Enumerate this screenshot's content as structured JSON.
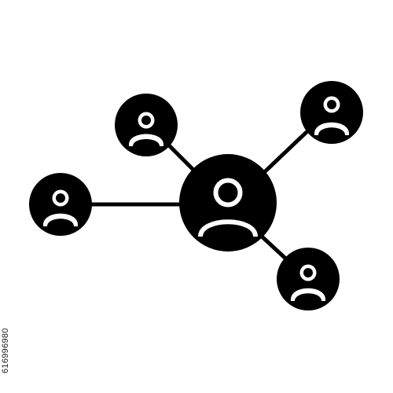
{
  "icon": {
    "name": "social-network-icon",
    "fill_color": "#000000",
    "background_color": "#ffffff",
    "nodes": [
      {
        "id": "center-user",
        "role": "hub"
      },
      {
        "id": "top-left-user",
        "role": "leaf"
      },
      {
        "id": "top-right-user",
        "role": "leaf"
      },
      {
        "id": "left-user",
        "role": "leaf"
      },
      {
        "id": "bottom-right-user",
        "role": "leaf"
      }
    ],
    "connections": [
      [
        "center-user",
        "top-left-user"
      ],
      [
        "center-user",
        "top-right-user"
      ],
      [
        "center-user",
        "left-user"
      ],
      [
        "center-user",
        "bottom-right-user"
      ]
    ]
  },
  "watermark": {
    "stock_id": "616996980"
  }
}
